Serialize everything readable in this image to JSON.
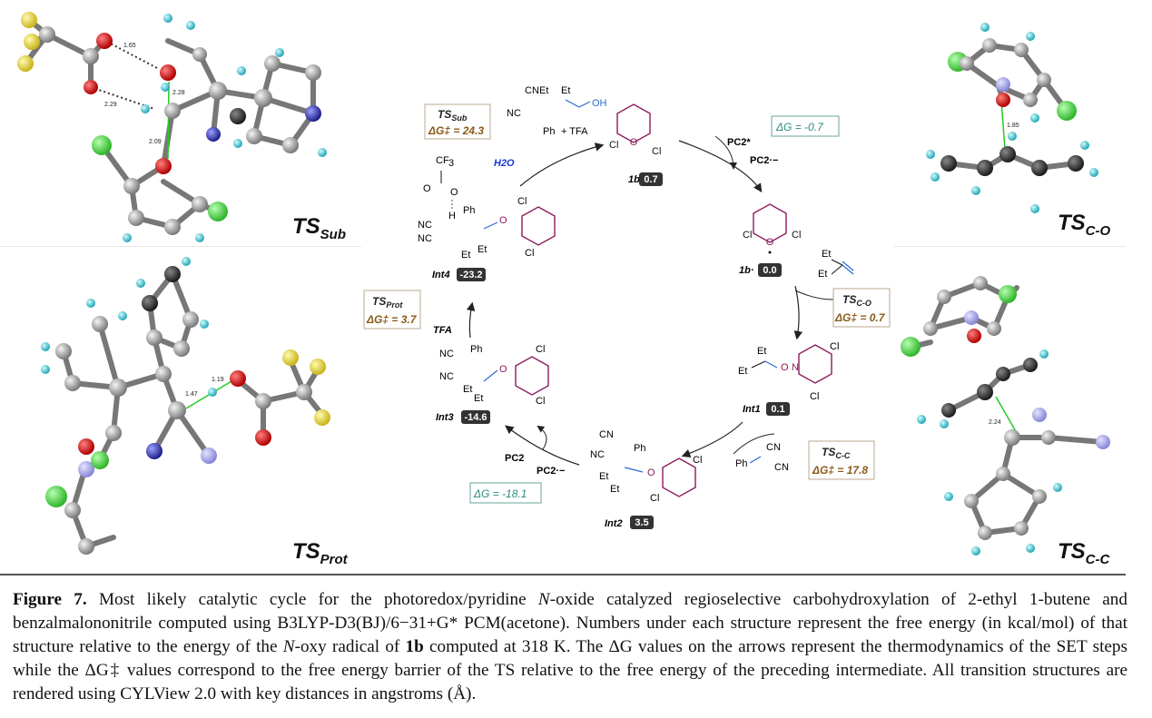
{
  "figure": {
    "ts_labels": {
      "sub": {
        "main": "TS",
        "sub": "Sub"
      },
      "prot": {
        "main": "TS",
        "sub": "Prot"
      },
      "co": {
        "main": "TS",
        "sub": "C-O"
      },
      "cc": {
        "main": "TS",
        "sub": "C-C"
      }
    },
    "distances": {
      "sub_d1": "1.65",
      "sub_d2": "2.28",
      "sub_d3": "2.29",
      "sub_d4": "2.09",
      "prot_d1": "1.19",
      "prot_d2": "1.47",
      "co_d1": "1.85",
      "cc_d1": "2.24"
    },
    "cycle": {
      "species": {
        "s1b": {
          "name": "1b",
          "energy": "0.7"
        },
        "s1brad": {
          "name": "1b·",
          "energy": "0.0"
        },
        "int1": {
          "name": "Int1",
          "energy": "0.1"
        },
        "int2": {
          "name": "Int2",
          "energy": "3.5"
        },
        "int3": {
          "name": "Int3",
          "energy": "-14.6"
        },
        "int4": {
          "name": "Int4",
          "energy": "-23.2"
        }
      },
      "ts_boxes": {
        "sub": {
          "name": "TS",
          "sub": "Sub",
          "value": "ΔG‡ = 24.3"
        },
        "co": {
          "name": "TS",
          "sub": "C-O",
          "value": "ΔG‡ = 0.7"
        },
        "cc": {
          "name": "TS",
          "sub": "C-C",
          "value": "ΔG‡ = 17.8"
        },
        "prot": {
          "name": "TS",
          "sub": "Prot",
          "value": "ΔG‡ = 3.7"
        }
      },
      "dg_boxes": {
        "ox": "ΔG = -0.7",
        "red": "ΔG = -18.1"
      },
      "reagents": {
        "h2o": "H2O",
        "tfa_plus": "+ TFA",
        "tfa": "TFA",
        "pc_star": "PC2*",
        "pc_minus_top": "PC2·−",
        "pc": "PC2",
        "pc_minus_bot": "PC2·−"
      }
    }
  },
  "caption": {
    "label": "Figure 7.",
    "text_1": " Most likely catalytic cycle for the photoredox/pyridine ",
    "n_italic": "N",
    "text_2": "-oxide catalyzed regioselective carbohydroxylation of 2-ethyl 1-butene and benzalmalononitrile computed using B3LYP-D3(BJ)/6−31+G* PCM(acetone). Numbers under each structure represent the free energy (in kcal/mol) of that structure relative to the energy of the ",
    "n_italic_2": "N",
    "text_3": "-oxy radical of ",
    "bold_1b": "1b",
    "text_4": " computed at 318 K. The ΔG values on the arrows represent the thermodynamics of the SET steps while the ΔG‡ values correspond to the free energy barrier of the TS relative to the free energy of the preceding intermediate. All transition structures are rendered using CYLView 2.0 with key distances in angstroms (Å)."
  }
}
